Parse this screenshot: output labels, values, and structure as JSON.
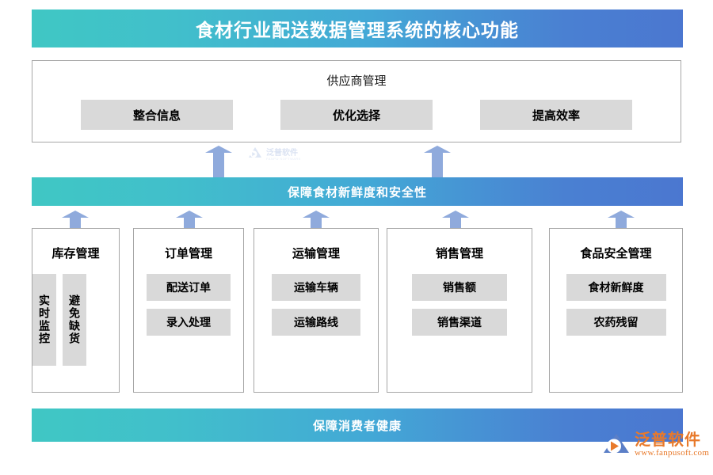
{
  "title": "食材行业配送数据管理系统的核心功能",
  "supplier": {
    "heading": "供应商管理",
    "items": [
      {
        "label": "整合信息"
      },
      {
        "label": "优化选择"
      },
      {
        "label": "提高效率"
      }
    ]
  },
  "mid_banner": "保障食材新鲜度和安全性",
  "bottom_banner": "保障消费者健康",
  "modules": [
    {
      "title": "库存管理",
      "orientation": "vertical",
      "items": [
        {
          "label": "实时监控"
        },
        {
          "label": "避免缺货"
        }
      ]
    },
    {
      "title": "订单管理",
      "orientation": "horizontal",
      "items": [
        {
          "label": "配送订单"
        },
        {
          "label": "录入处理"
        }
      ]
    },
    {
      "title": "运输管理",
      "orientation": "horizontal",
      "items": [
        {
          "label": "运输车辆"
        },
        {
          "label": "运输路线"
        }
      ]
    },
    {
      "title": "销售管理",
      "orientation": "horizontal",
      "items": [
        {
          "label": "销售额"
        },
        {
          "label": "销售渠道"
        }
      ]
    },
    {
      "title": "食品安全管理",
      "orientation": "horizontal",
      "items": [
        {
          "label": "食材新鲜度"
        },
        {
          "label": "农药残留"
        }
      ]
    }
  ],
  "watermark": {
    "name": "泛普软件",
    "sub": "FANPU SOFTWARE"
  },
  "logo": {
    "name": "泛普软件",
    "url": "www.fanpusoft.com"
  },
  "colors": {
    "gradient_start": "#40c7c4",
    "gradient_end": "#4b77d0",
    "chip_gray": "#d9d9d9",
    "arrow_blue": "#8faadc",
    "border_gray": "#a6a6a6",
    "logo_orange": "#e8792a"
  }
}
